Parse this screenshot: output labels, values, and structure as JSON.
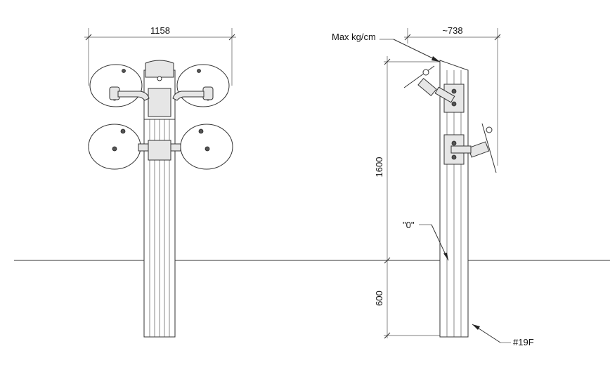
{
  "drawing": {
    "front_width_label": "1158",
    "side_depth_label": "~738",
    "max_label": "Max kg/cm",
    "height_label": "1600",
    "depth_label": "600",
    "zero_label": "\"0\"",
    "footing_label": "#19F"
  }
}
